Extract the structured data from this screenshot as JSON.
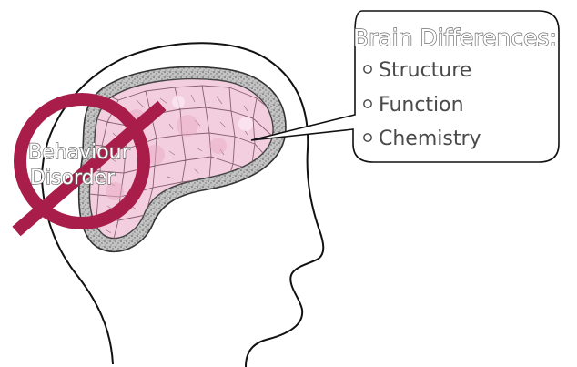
{
  "crossed_label": {
    "line1": "Behaviour",
    "line2": "Disorder"
  },
  "callout": {
    "title": "Brain Differences:",
    "items": [
      "Structure",
      "Function",
      "Chemistry"
    ]
  },
  "colors": {
    "prohibition": "#a81d4a",
    "brain_fill": "#f3cede",
    "cell_stroke": "#8a6070",
    "membrane": "#8a8a8a",
    "outline": "#111111"
  },
  "icons": {
    "prohibition_sign": "no-symbol-icon",
    "bullet": "circle-bullet-icon"
  }
}
